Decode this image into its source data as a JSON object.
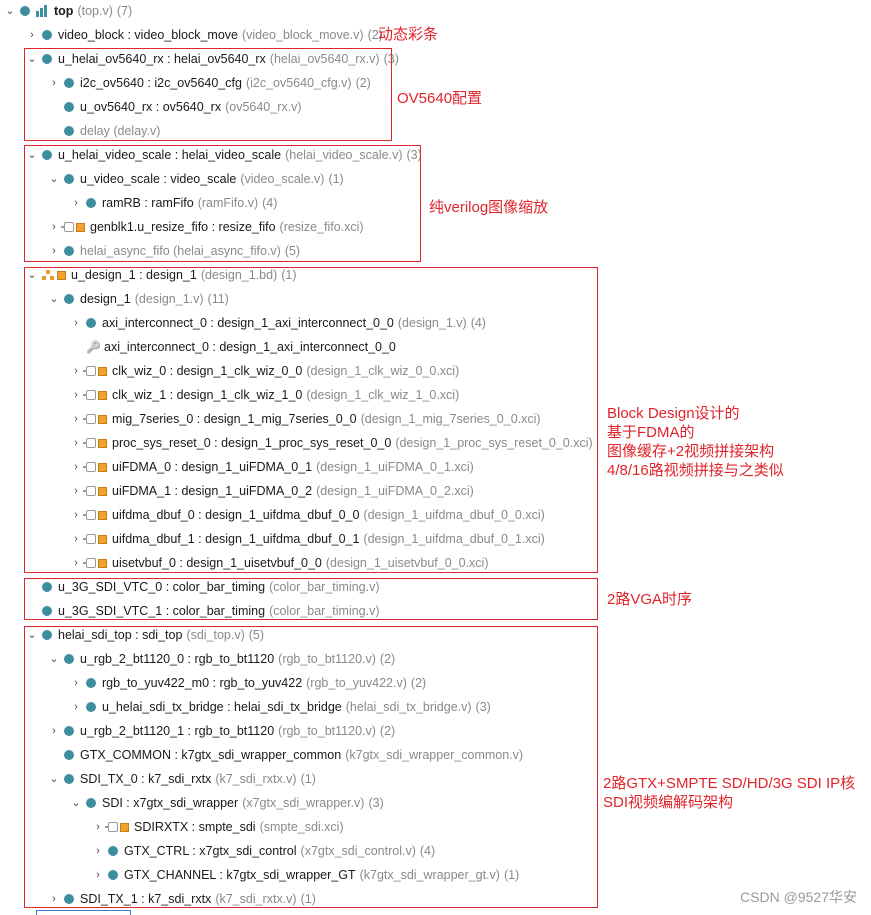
{
  "tree": {
    "top": {
      "chev": "⌄",
      "name": "top",
      "src": "(top.v)",
      "count": "(7)"
    },
    "rows": [
      {
        "id": "r1",
        "chev": "›",
        "icon": "dot",
        "name": "video_block : video_block_move",
        "src": "(video_block_move.v)",
        "count": "(2)"
      },
      {
        "id": "r2",
        "chev": "⌄",
        "icon": "dot",
        "name": "u_helai_ov5640_rx : helai_ov5640_rx",
        "src": "(helai_ov5640_rx.v)",
        "count": "(3)"
      },
      {
        "id": "r3",
        "chev": "›",
        "icon": "dot",
        "name": "i2c_ov5640 : i2c_ov5640_cfg",
        "src": "(i2c_ov5640_cfg.v)",
        "count": "(2)"
      },
      {
        "id": "r4",
        "chev": "",
        "icon": "dot",
        "name": "u_ov5640_rx : ov5640_rx",
        "src": "(ov5640_rx.v)",
        "count": ""
      },
      {
        "id": "r5",
        "chev": "",
        "icon": "dot",
        "name": "",
        "src": "delay (delay.v)",
        "count": ""
      },
      {
        "id": "r6",
        "chev": "⌄",
        "icon": "dot",
        "name": "u_helai_video_scale : helai_video_scale",
        "src": "(helai_video_scale.v)",
        "count": "(3)"
      },
      {
        "id": "r7",
        "chev": "⌄",
        "icon": "dot",
        "name": "u_video_scale : video_scale",
        "src": "(video_scale.v)",
        "count": "(1)"
      },
      {
        "id": "r8",
        "chev": "›",
        "icon": "dot",
        "name": "ramRB : ramFifo",
        "src": "(ramFifo.v)",
        "count": "(4)"
      },
      {
        "id": "r9",
        "chev": "›",
        "icon": "ip",
        "name": "genblk1.u_resize_fifo : resize_fifo",
        "src": "(resize_fifo.xci)",
        "count": ""
      },
      {
        "id": "r10",
        "chev": "›",
        "icon": "dot",
        "name": "",
        "src": "helai_async_fifo (helai_async_fifo.v)",
        "count": "(5)"
      },
      {
        "id": "r11",
        "chev": "⌄",
        "icon": "bd",
        "name": "u_design_1 : design_1",
        "src": "(design_1.bd)",
        "count": "(1)"
      },
      {
        "id": "r12",
        "chev": "⌄",
        "icon": "dot",
        "name": "design_1",
        "src": "(design_1.v)",
        "count": "(11)"
      },
      {
        "id": "r13",
        "chev": "›",
        "icon": "dot",
        "name": "axi_interconnect_0 : design_1_axi_interconnect_0_0",
        "src": "(design_1.v)",
        "count": "(4)"
      },
      {
        "id": "r14",
        "chev": "",
        "icon": "key",
        "name": "axi_interconnect_0 : design_1_axi_interconnect_0_0",
        "src": "",
        "count": ""
      },
      {
        "id": "r15",
        "chev": "›",
        "icon": "ip",
        "name": "clk_wiz_0 : design_1_clk_wiz_0_0",
        "src": "(design_1_clk_wiz_0_0.xci)",
        "count": ""
      },
      {
        "id": "r16",
        "chev": "›",
        "icon": "ip",
        "name": "clk_wiz_1 : design_1_clk_wiz_1_0",
        "src": "(design_1_clk_wiz_1_0.xci)",
        "count": ""
      },
      {
        "id": "r17",
        "chev": "›",
        "icon": "ip",
        "name": "mig_7series_0 : design_1_mig_7series_0_0",
        "src": "(design_1_mig_7series_0_0.xci)",
        "count": ""
      },
      {
        "id": "r18",
        "chev": "›",
        "icon": "ip",
        "name": "proc_sys_reset_0 : design_1_proc_sys_reset_0_0",
        "src": "(design_1_proc_sys_reset_0_0.xci)",
        "count": ""
      },
      {
        "id": "r19",
        "chev": "›",
        "icon": "ip",
        "name": "uiFDMA_0 : design_1_uiFDMA_0_1",
        "src": "(design_1_uiFDMA_0_1.xci)",
        "count": ""
      },
      {
        "id": "r20",
        "chev": "›",
        "icon": "ip",
        "name": "uiFDMA_1 : design_1_uiFDMA_0_2",
        "src": "(design_1_uiFDMA_0_2.xci)",
        "count": ""
      },
      {
        "id": "r21",
        "chev": "›",
        "icon": "ip",
        "name": "uifdma_dbuf_0 : design_1_uifdma_dbuf_0_0",
        "src": "(design_1_uifdma_dbuf_0_0.xci)",
        "count": ""
      },
      {
        "id": "r22",
        "chev": "›",
        "icon": "ip",
        "name": "uifdma_dbuf_1 : design_1_uifdma_dbuf_0_1",
        "src": "(design_1_uifdma_dbuf_0_1.xci)",
        "count": ""
      },
      {
        "id": "r23",
        "chev": "›",
        "icon": "ip",
        "name": "uisetvbuf_0 : design_1_uisetvbuf_0_0",
        "src": "(design_1_uisetvbuf_0_0.xci)",
        "count": ""
      },
      {
        "id": "r24",
        "chev": "",
        "icon": "dot",
        "name": "u_3G_SDI_VTC_0 : color_bar_timing",
        "src": "(color_bar_timing.v)",
        "count": ""
      },
      {
        "id": "r25",
        "chev": "",
        "icon": "dot",
        "name": "u_3G_SDI_VTC_1 : color_bar_timing",
        "src": "(color_bar_timing.v)",
        "count": ""
      },
      {
        "id": "r26",
        "chev": "⌄",
        "icon": "dot",
        "name": "helai_sdi_top : sdi_top",
        "src": "(sdi_top.v)",
        "count": "(5)"
      },
      {
        "id": "r27",
        "chev": "⌄",
        "icon": "dot",
        "name": "u_rgb_2_bt1120_0 : rgb_to_bt1120",
        "src": "(rgb_to_bt1120.v)",
        "count": "(2)"
      },
      {
        "id": "r28",
        "chev": "›",
        "icon": "dot",
        "name": "rgb_to_yuv422_m0 : rgb_to_yuv422",
        "src": "(rgb_to_yuv422.v)",
        "count": "(2)"
      },
      {
        "id": "r29",
        "chev": "›",
        "icon": "dot",
        "name": "u_helai_sdi_tx_bridge : helai_sdi_tx_bridge",
        "src": "(helai_sdi_tx_bridge.v)",
        "count": "(3)"
      },
      {
        "id": "r30",
        "chev": "›",
        "icon": "dot",
        "name": "u_rgb_2_bt1120_1 : rgb_to_bt1120",
        "src": "(rgb_to_bt1120.v)",
        "count": "(2)"
      },
      {
        "id": "r31",
        "chev": "",
        "icon": "dot",
        "name": "GTX_COMMON : k7gtx_sdi_wrapper_common",
        "src": "(k7gtx_sdi_wrapper_common.v)",
        "count": ""
      },
      {
        "id": "r32",
        "chev": "⌄",
        "icon": "dot",
        "name": "SDI_TX_0 : k7_sdi_rxtx",
        "src": "(k7_sdi_rxtx.v)",
        "count": "(1)"
      },
      {
        "id": "r33",
        "chev": "⌄",
        "icon": "dot",
        "name": "SDI : x7gtx_sdi_wrapper",
        "src": "(x7gtx_sdi_wrapper.v)",
        "count": "(3)"
      },
      {
        "id": "r34",
        "chev": "›",
        "icon": "ip",
        "name": "SDIRXTX : smpte_sdi",
        "src": "(smpte_sdi.xci)",
        "count": ""
      },
      {
        "id": "r35",
        "chev": "›",
        "icon": "dot",
        "name": "GTX_CTRL : x7gtx_sdi_control",
        "src": "(x7gtx_sdi_control.v)",
        "count": "(4)"
      },
      {
        "id": "r36",
        "chev": "›",
        "icon": "dot",
        "name": "GTX_CHANNEL : k7gtx_sdi_wrapper_GT",
        "src": "(k7gtx_sdi_wrapper_gt.v)",
        "count": "(1)"
      },
      {
        "id": "r37",
        "chev": "›",
        "icon": "dot",
        "name": "SDI_TX_1 : k7_sdi_rxtx",
        "src": "(k7_sdi_rxtx.v)",
        "count": "(1)"
      }
    ]
  },
  "annotations": {
    "a1": "动态彩条",
    "a2": "OV5640配置",
    "a3": "纯verilog图像缩放",
    "a4_l1": "Block Design设计的",
    "a4_l2": "基于FDMA的",
    "a4_l3": "图像缓存+2视频拼接架构",
    "a4_l4": "4/8/16路视频拼接与之类似",
    "a5": "2路VGA时序",
    "a6_l1": "2路GTX+SMPTE SD/HD/3G SDI IP核",
    "a6_l2": "SDI视频编解码架构"
  },
  "watermark": "CSDN @9527华安",
  "colors": {
    "annotation": "#e0242b",
    "node": "#3d8fa0",
    "ip": "#f0a22e"
  }
}
